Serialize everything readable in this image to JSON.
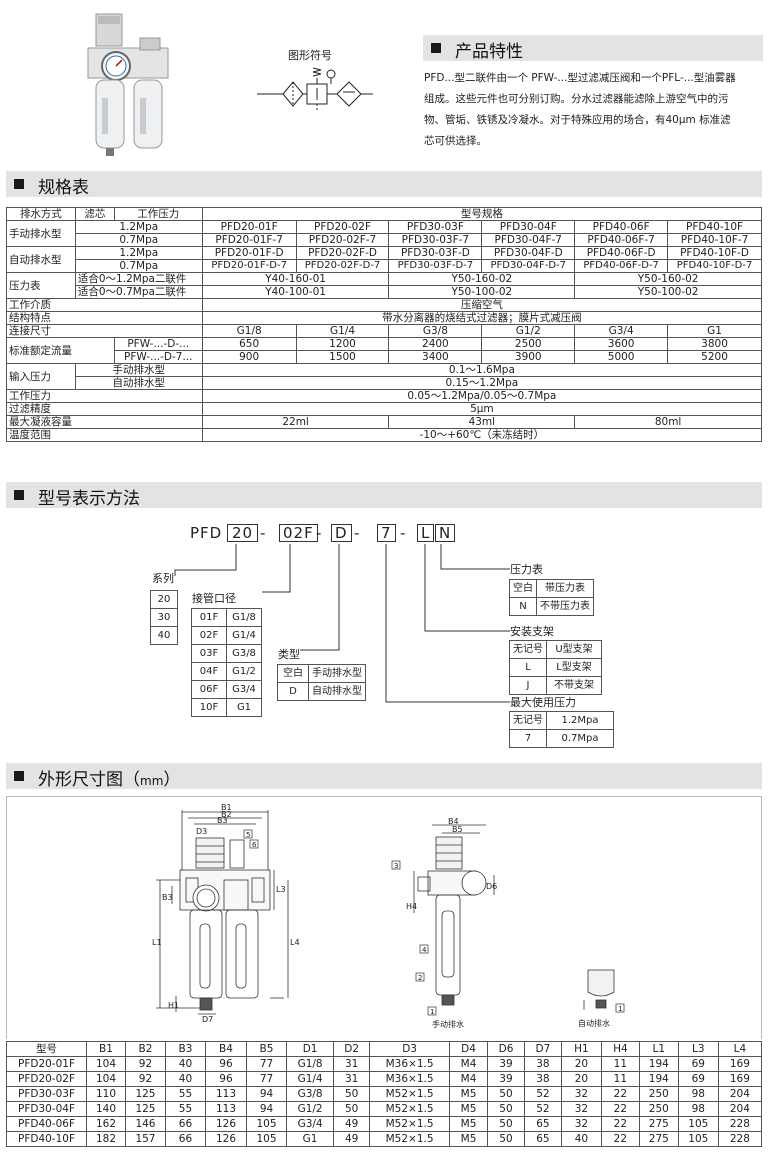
{
  "top": {
    "symbol_label": "图形符号",
    "features_title": "产品特性",
    "features_text": [
      "PFD...型二联件由一个 PFW-...型过滤减压阀和一个PFL-...型油雾器",
      "组成。这些元件也可分别订购。分水过滤器能滤除上游空气中的污",
      "物、管垢、铁锈及冷凝水。对于特殊应用的场合，有40μm 标准滤",
      "芯可供选择。"
    ]
  },
  "spec": {
    "title": "规格表",
    "h_drain": "排水方式",
    "h_element": "滤芯",
    "h_pressure": "工作压力",
    "h_model": "型号规格",
    "manual": "手动排水型",
    "auto": "自动排水型",
    "p12": "1.2Mpa",
    "p07": "0.7Mpa",
    "manual_12": [
      "PFD20-01F",
      "PFD20-02F",
      "PFD30-03F",
      "PFD30-04F",
      "PFD40-06F",
      "PFD40-10F"
    ],
    "manual_07": [
      "PFD20-01F-7",
      "PFD20-02F-7",
      "PFD30-03F-7",
      "PFD30-04F-7",
      "PFD40-06F-7",
      "PFD40-10F-7"
    ],
    "auto_12": [
      "PFD20-01F-D",
      "PFD20-02F-D",
      "PFD30-03F-D",
      "PFD30-04F-D",
      "PFD40-06F-D",
      "PFD40-10F-D"
    ],
    "auto_07": [
      "PFD20-01F-D-7",
      "PFD20-02F-D-7",
      "PFD30-03F-D-7",
      "PFD30-04F-D-7",
      "PFD40-06F-D-7",
      "PFD40-10F-D-7"
    ],
    "gauge": "压力表",
    "gauge_a": "适合0～1.2Mpa二联件",
    "gauge_b": "适合0～0.7Mpa二联件",
    "gauge_a_vals": [
      "Y40-160-01",
      "Y50-160-02",
      "Y50-160-02"
    ],
    "gauge_b_vals": [
      "Y40-100-01",
      "Y50-100-02",
      "Y50-100-02"
    ],
    "medium": "工作介质",
    "medium_v": "压缩空气",
    "structure": "结构特点",
    "structure_v": "带水分离器的烧结式过滤器；膜片式减压阀",
    "port": "连接尺寸",
    "port_v": [
      "G1/8",
      "G1/4",
      "G3/8",
      "G1/2",
      "G3/4",
      "G1"
    ],
    "flow": "标准额定流量",
    "flow_a": "PFW-...-D-...",
    "flow_b": "PFW-...-D-7...",
    "flow_a_v": [
      "650",
      "1200",
      "2400",
      "2500",
      "3600",
      "3800"
    ],
    "flow_b_v": [
      "900",
      "1500",
      "3400",
      "3900",
      "5000",
      "5200"
    ],
    "inlet": "输入压力",
    "inlet_a": "手动排水型",
    "inlet_b": "自动排水型",
    "inlet_a_v": "0.1～1.6Mpa",
    "inlet_b_v": "0.15～1.2Mpa",
    "work": "工作压力",
    "work_v": "0.05～1.2Mpa/0.05～0.7Mpa",
    "filter": "过滤精度",
    "filter_v": "5μm",
    "cond": "最大凝液容量",
    "cond_v": [
      "22ml",
      "43ml",
      "80ml"
    ],
    "temp": "温度范围",
    "temp_v": "-10～+60℃（未冻结时）"
  },
  "model": {
    "title": "型号表示方法",
    "code": [
      "PFD",
      "20",
      "-",
      "02F",
      "-",
      "D",
      "-",
      "7",
      "-",
      "L",
      "N"
    ],
    "series_label": "系列",
    "series": [
      "20",
      "30",
      "40"
    ],
    "port_label": "接管口径",
    "ports": [
      [
        "01F",
        "G1/8"
      ],
      [
        "02F",
        "G1/4"
      ],
      [
        "03F",
        "G3/8"
      ],
      [
        "04F",
        "G1/2"
      ],
      [
        "06F",
        "G3/4"
      ],
      [
        "10F",
        "G1"
      ]
    ],
    "type_label": "类型",
    "types": [
      [
        "空白",
        "手动排水型"
      ],
      [
        "D",
        "自动排水型"
      ]
    ],
    "gauge_label": "压力表",
    "gauges": [
      [
        "空白",
        "带压力表"
      ],
      [
        "N",
        "不带压力表"
      ]
    ],
    "bracket_label": "安装支架",
    "brackets": [
      [
        "无记号",
        "U型支架"
      ],
      [
        "L",
        "L型支架"
      ],
      [
        "J",
        "不带支架"
      ]
    ],
    "maxp_label": "最大使用压力",
    "maxps": [
      [
        "无记号",
        "1.2Mpa"
      ],
      [
        "7",
        "0.7Mpa"
      ]
    ]
  },
  "dims": {
    "title": "外形尺寸图（",
    "unit": "mm",
    "title_end": "）",
    "drawing_labels": {
      "b1": "B1",
      "b2": "B2",
      "b3": "B3",
      "b4": "B4",
      "b5": "B5",
      "d3": "D3",
      "d6": "D6",
      "d7": "D7",
      "h1": "H1",
      "h4": "H4",
      "l1": "L1",
      "l3": "L3",
      "l4": "L4",
      "n1": "1",
      "n2": "2",
      "n3": "3",
      "n4": "4",
      "n5": "5",
      "n6": "6",
      "manual": "手动排水",
      "auto": "自动排水"
    },
    "headers": [
      "型号",
      "B1",
      "B2",
      "B3",
      "B4",
      "B5",
      "D1",
      "D2",
      "D3",
      "D4",
      "D6",
      "D7",
      "H1",
      "H4",
      "L1",
      "L3",
      "L4"
    ],
    "rows": [
      [
        "PFD20-01F",
        "104",
        "92",
        "40",
        "96",
        "77",
        "G1/8",
        "31",
        "M36×1.5",
        "M4",
        "39",
        "38",
        "20",
        "11",
        "194",
        "69",
        "169"
      ],
      [
        "PFD20-02F",
        "104",
        "92",
        "40",
        "96",
        "77",
        "G1/4",
        "31",
        "M36×1.5",
        "M4",
        "39",
        "38",
        "20",
        "11",
        "194",
        "69",
        "169"
      ],
      [
        "PFD30-03F",
        "110",
        "125",
        "55",
        "113",
        "94",
        "G3/8",
        "50",
        "M52×1.5",
        "M5",
        "50",
        "52",
        "32",
        "22",
        "250",
        "98",
        "204"
      ],
      [
        "PFD30-04F",
        "140",
        "125",
        "55",
        "113",
        "94",
        "G1/2",
        "50",
        "M52×1.5",
        "M5",
        "50",
        "52",
        "32",
        "22",
        "250",
        "98",
        "204"
      ],
      [
        "PFD40-06F",
        "162",
        "146",
        "66",
        "126",
        "105",
        "G3/4",
        "49",
        "M52×1.5",
        "M5",
        "50",
        "65",
        "32",
        "22",
        "275",
        "105",
        "228"
      ],
      [
        "PFD40-10F",
        "182",
        "157",
        "66",
        "126",
        "105",
        "G1",
        "49",
        "M52×1.5",
        "M5",
        "50",
        "65",
        "40",
        "22",
        "275",
        "105",
        "228"
      ]
    ]
  }
}
